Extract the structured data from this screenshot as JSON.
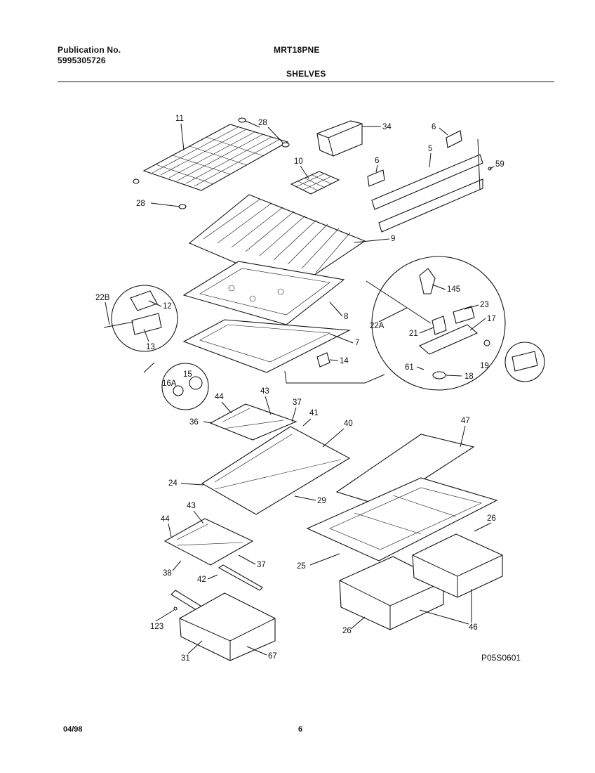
{
  "header": {
    "publication_label": "Publication No.",
    "publication_number": "5995305726",
    "model": "MRT18PNE",
    "section": "SHELVES"
  },
  "diagram": {
    "code": "P05S0601",
    "callouts": [
      "11",
      "28",
      "28",
      "34",
      "6",
      "6",
      "5",
      "59",
      "10",
      "9",
      "22B",
      "12",
      "13",
      "8",
      "7",
      "14",
      "15",
      "16A",
      "145",
      "23",
      "17",
      "22A",
      "21",
      "19",
      "61",
      "18",
      "44",
      "43",
      "37",
      "36",
      "41",
      "40",
      "47",
      "24",
      "29",
      "44",
      "43",
      "38",
      "37",
      "42",
      "123",
      "31",
      "67",
      "26",
      "25",
      "26",
      "46"
    ]
  },
  "footer": {
    "date": "04/98",
    "page": "6"
  }
}
